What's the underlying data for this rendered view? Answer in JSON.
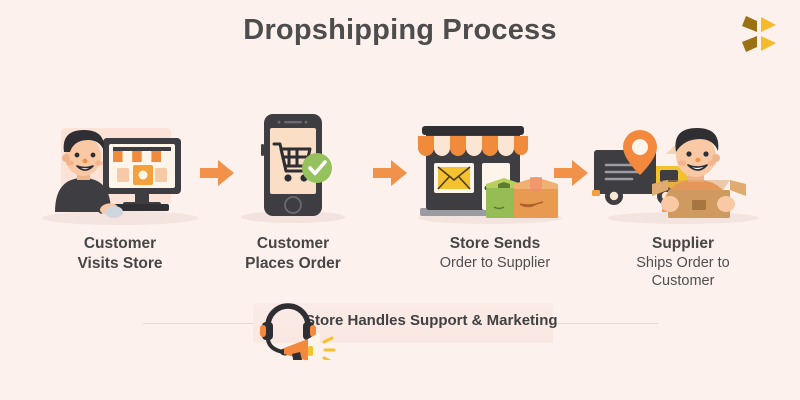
{
  "page": {
    "title": "Dropshipping Process",
    "background_color": "#fdf1ed",
    "title_color": "#4d4d4d"
  },
  "logo": {
    "name": "brand-logo",
    "colors": {
      "dark": "#9a7213",
      "light": "#f5bb2b"
    }
  },
  "colors": {
    "accent_orange": "#f4913f",
    "arrow_orange": "#f2924a",
    "green_check": "#95c25d",
    "dark_gray": "#3d3d42",
    "yellow": "#f7c13c",
    "cream": "#fadfc6"
  },
  "steps": [
    {
      "index": 1,
      "icon": "customer-at-desktop-icon",
      "title": "Customer",
      "subtitle": "Visits Store",
      "subtitle_bold": true
    },
    {
      "index": 2,
      "icon": "smartphone-cart-check-icon",
      "title": "Customer",
      "subtitle": "Places Order",
      "subtitle_bold": true
    },
    {
      "index": 3,
      "icon": "storefront-with-parcels-icon",
      "title": "Store Sends",
      "subtitle": "Order to Supplier",
      "subtitle_bold": false
    },
    {
      "index": 4,
      "icon": "delivery-truck-with-supplier-icon",
      "title": "Supplier",
      "subtitle": "Ships Order to",
      "subtitle2": "Customer",
      "subtitle_bold": false
    }
  ],
  "arrows": {
    "glyph": "right-arrow-icon",
    "count": 3
  },
  "support": {
    "label": "Store Handles Support & Marketing",
    "icon": "headset-megaphone-icon"
  }
}
